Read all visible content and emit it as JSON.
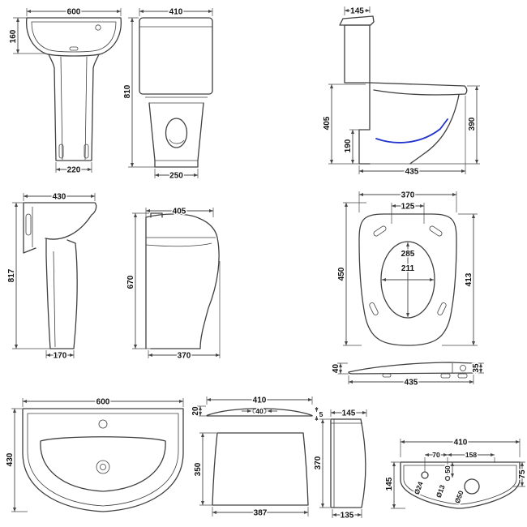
{
  "sheet": {
    "background": "#ffffff",
    "line_color": "#404040",
    "accent_color": "#2232cc"
  },
  "views": {
    "basin_front": {
      "width_mm": "600",
      "bowl_height_mm": "160",
      "pedestal_width_mm": "220"
    },
    "toilet_front": {
      "width_mm": "410",
      "height_mm": "810",
      "base_width_mm": "250"
    },
    "toilet_side": {
      "cistern_depth_mm": "145",
      "seat_height_mm": "405",
      "rim_height_mm": "390",
      "outlet_height_mm": "190",
      "depth_mm": "435"
    },
    "basin_side": {
      "depth_mm": "430",
      "height_mm": "817",
      "pedestal_depth_mm": "170"
    },
    "pan_side": {
      "top_depth_mm": "405",
      "height_mm": "670",
      "base_depth_mm": "370"
    },
    "seat_plan": {
      "width_mm": "370",
      "hinge_width_mm": "125",
      "length_mm": "450",
      "lid_length_mm": "413",
      "cutout_length_mm": "285",
      "cutout_width_mm": "211"
    },
    "seat_side": {
      "front_height_mm": "40",
      "hinge_height_mm": "35",
      "length_mm": "435"
    },
    "basin_plan": {
      "width_mm": "600",
      "depth_mm": "430"
    },
    "cistern_lid": {
      "height_mm": "20",
      "width_mm": "410",
      "button_mm": "40",
      "edge_mm": "5"
    },
    "cistern_front": {
      "height_mm": "350",
      "width_mm": "387"
    },
    "cistern_side": {
      "depth_mm": "145",
      "height_mm": "370",
      "base_depth_mm": "135"
    },
    "tap_layout": {
      "width_mm": "410",
      "tap_offset_mm": "70",
      "waste_offset_mm": "158",
      "hole_depth_mm": "50",
      "tap_hole": "Ø24",
      "overflow_hole": "Ø13",
      "waste_hole": "Ø50",
      "depth_mm": "145",
      "right_offset_mm": "75"
    }
  }
}
